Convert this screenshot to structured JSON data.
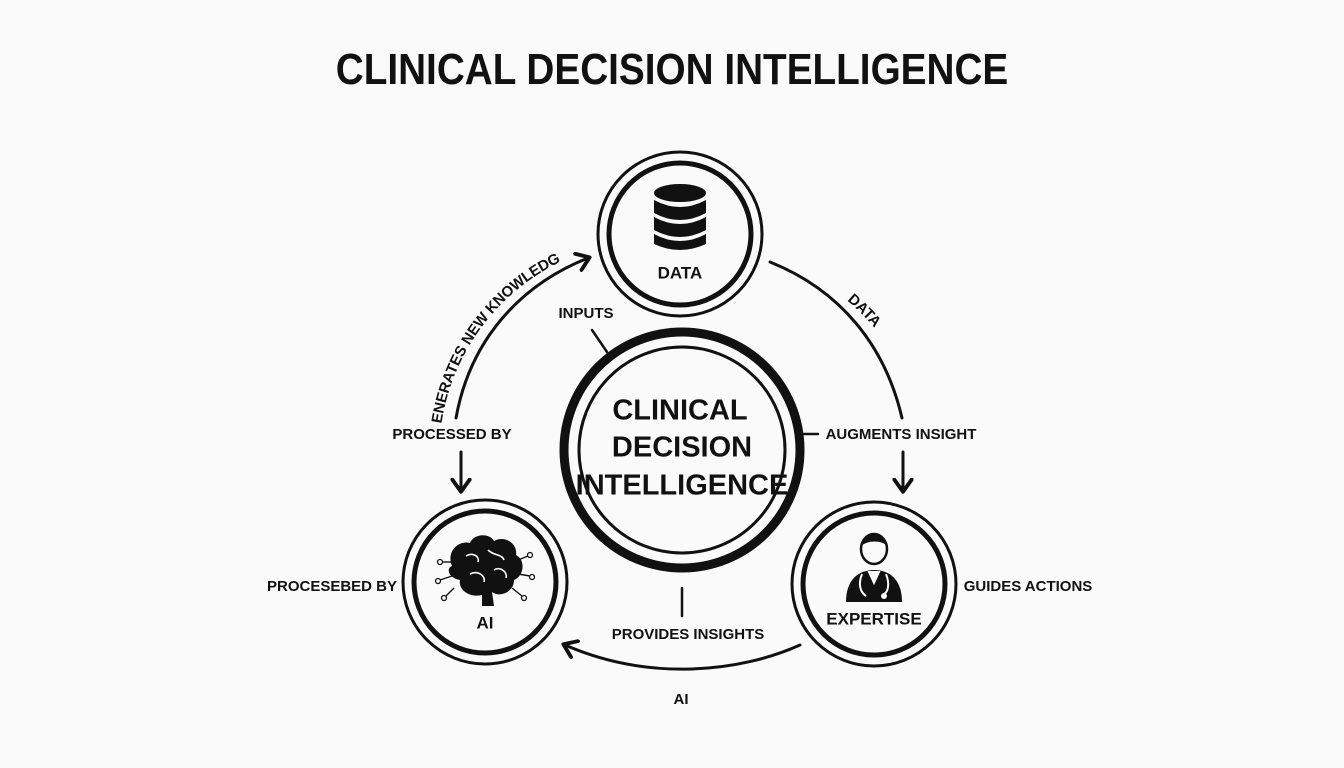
{
  "title": "CLINICAL DECISION INTELLIGENCE",
  "center": {
    "lines": [
      "CLINICAL",
      "DECISION",
      "INTELLIGENCE"
    ]
  },
  "nodes": {
    "data": {
      "label": "DATA",
      "icon": "database-icon"
    },
    "ai": {
      "label": "AI",
      "icon": "brain-circuit-icon"
    },
    "expertise": {
      "label": "EXPERTISE",
      "icon": "doctor-stethoscope-icon"
    }
  },
  "edge_labels": {
    "generates_new_knowledge": "GENERATES NEW KNOWLEDGE",
    "data_arc": "DATA",
    "inputs": "INPUTS",
    "processed_by_left": "PROCESSED BY",
    "augments_insight": "AUGMENTS INSIGHT",
    "processed_by_outer": "PROCESEBED BY",
    "guides_actions": "GUIDES ACTIONS",
    "provides_insights": "PROVIDES INSIGHTS",
    "ai_bottom": "AI"
  },
  "colors": {
    "ink": "#111111",
    "background": "#fafafa"
  }
}
